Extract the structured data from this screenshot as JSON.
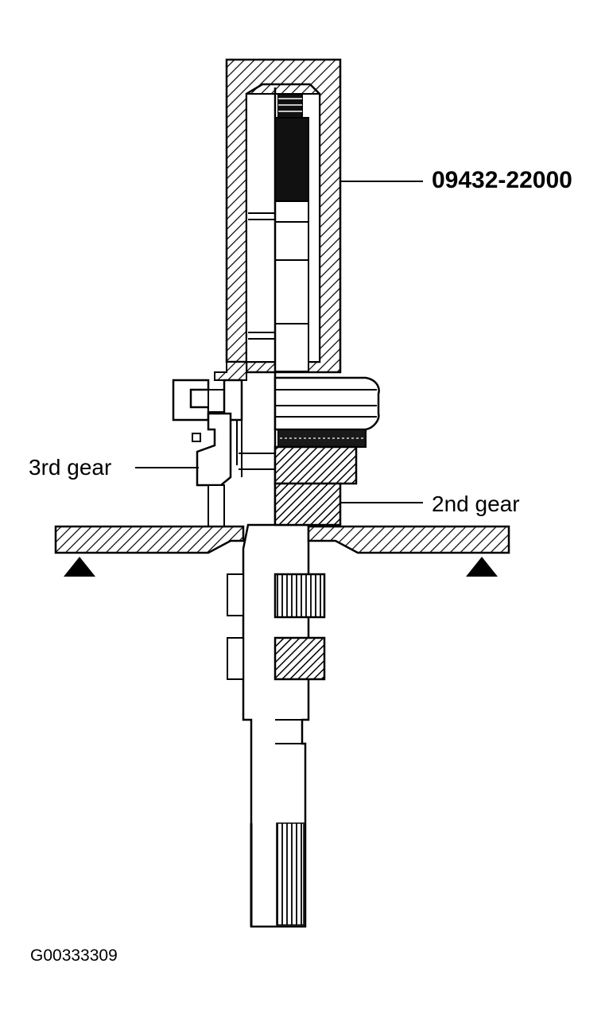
{
  "figure": {
    "labels": {
      "tool": "09432-22000",
      "third_gear": "3rd gear",
      "second_gear": "2nd gear",
      "figure_id": "G00333309"
    },
    "colors": {
      "ink": "#000000",
      "paper": "#ffffff",
      "gear_fill": "#1a1a1a"
    },
    "components": [
      "special-tool-sleeve",
      "transmission-shaft",
      "synchronizer-hub",
      "third-gear",
      "second-gear",
      "press-support-plate",
      "support-triangle-left",
      "support-triangle-right"
    ]
  }
}
